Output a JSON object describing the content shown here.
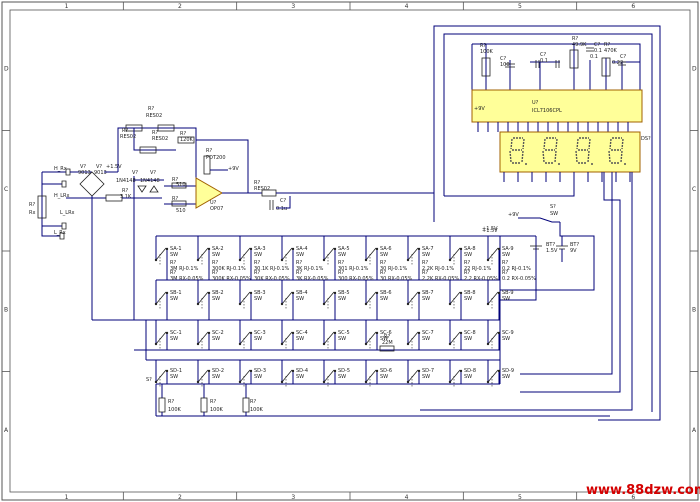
{
  "frame": {
    "columns_top": [
      "1",
      "2",
      "3",
      "4",
      "5",
      "6"
    ],
    "columns_bottom": [
      "1",
      "2",
      "3",
      "4",
      "5",
      "6"
    ],
    "rows_left": [
      "D",
      "C",
      "B",
      "A"
    ],
    "rows_right": [
      "D",
      "C",
      "B",
      "A"
    ]
  },
  "top_section": {
    "ic": {
      "ref": "U?",
      "name": "ICL7106CPL",
      "pin": "+9V"
    },
    "display": {
      "ref": "DS?"
    },
    "resistors": [
      {
        "ref": "R?",
        "value": "100K"
      },
      {
        "ref": "R?",
        "value": "49.9K"
      },
      {
        "ref": "R?",
        "value": "470K"
      }
    ],
    "capacitors": [
      {
        "ref": "C?",
        "value": "100"
      },
      {
        "ref": "C?",
        "value": "0.1"
      },
      {
        "ref": "C?",
        "value": "0.1"
      },
      {
        "ref": "C?",
        "value": "0.1"
      },
      {
        "ref": "C?",
        "value": "0.22"
      }
    ]
  },
  "input_section": {
    "terminals": [
      {
        "label": "H_Rx"
      },
      {
        "label": "H_LRx"
      },
      {
        "label": "L_LRx"
      },
      {
        "label": "L_Rx"
      }
    ],
    "rx": {
      "ref": "R?",
      "value": "Rx"
    },
    "transistors": [
      {
        "ref": "V?",
        "value": "9013"
      },
      {
        "ref": "V?",
        "value": "9013"
      }
    ],
    "supply": "+1.5V",
    "diodes": [
      {
        "ref": "V?",
        "value": "1N4148"
      },
      {
        "ref": "V?",
        "value": "1N4148"
      }
    ],
    "r_top1": {
      "ref": "R?",
      "value": "RES02"
    },
    "r_top2": {
      "ref": "R?",
      "value": "RES02"
    },
    "r_top3": {
      "ref": "R?",
      "value": "RES02"
    },
    "r_120k": {
      "ref": "R?",
      "value": "120K"
    },
    "r_3k1": {
      "ref": "R?",
      "value": "3.1K"
    },
    "r_510a": {
      "ref": "R?",
      "value": "510"
    },
    "r_510b": {
      "ref": "R?",
      "value": "510"
    },
    "pot": {
      "ref": "R?",
      "value": "POT200",
      "supply": "+9V"
    },
    "opamp": {
      "ref": "U?",
      "value": "OP07"
    },
    "r_out": {
      "ref": "R?",
      "value": "RES02"
    },
    "cap_out": {
      "ref": "C?",
      "value": "0.1u"
    }
  },
  "battery_section": {
    "switch": {
      "ref": "S?",
      "value": "SW"
    },
    "supply_in": "+9V",
    "supply_out": "+1.5V",
    "batteries": [
      {
        "ref": "BT?",
        "value": "1.5V"
      },
      {
        "ref": "BT?",
        "value": "9V"
      }
    ]
  },
  "switch_bank": {
    "row_a": [
      "SA-1",
      "SA-2",
      "SA-3",
      "SA-4",
      "SA-5",
      "SA-6",
      "SA-7",
      "SA-8",
      "SA-9"
    ],
    "row_b": [
      "SB-1",
      "SB-2",
      "SB-3",
      "SB-4",
      "SB-5",
      "SB-6",
      "SB-7",
      "SB-8",
      "SB-9"
    ],
    "row_c": [
      "SC-1",
      "SC-2",
      "SC-3",
      "SC-4",
      "SC-5",
      "SC-6",
      "SC-7",
      "SC-8",
      "SC-9"
    ],
    "row_d": [
      "SD-1",
      "SD-2",
      "SD-3",
      "SD-4",
      "SD-5",
      "SD-6",
      "SD-7",
      "SD-8",
      "SD-9"
    ],
    "sw_label": "SW",
    "res_a": [
      "3M RJ-0.1%",
      "300K RJ-0.1%",
      "30.1K RJ-0.1%",
      "3K RJ-0.1%",
      "301 RJ-0.1%",
      "30 RJ-0.1%",
      "2.2K RJ-0.1%",
      "22 RJ-0.1%",
      "0.2 RJ-0.1%"
    ],
    "res_b": [
      "3M RX-0.05%",
      "300K RX-0.05%",
      "30K RX-0.05%",
      "3K RX-0.05%",
      "300 RX-0.05%",
      "30 RX-0.05%",
      "2.2K RX-0.05%",
      "2.2 RX-0.05%",
      "0.2 RX-0.05%"
    ],
    "res_ref": "R?",
    "r_22m": {
      "ref": "R?",
      "value": "22M"
    },
    "supply_label": "+1.5V",
    "bottom_res": [
      {
        "ref": "R?",
        "value": "100K"
      },
      {
        "ref": "R?",
        "value": "100K"
      },
      {
        "ref": "R?",
        "value": "100K"
      }
    ],
    "s_label": "S?"
  },
  "watermark": "www.88dzw.com"
}
